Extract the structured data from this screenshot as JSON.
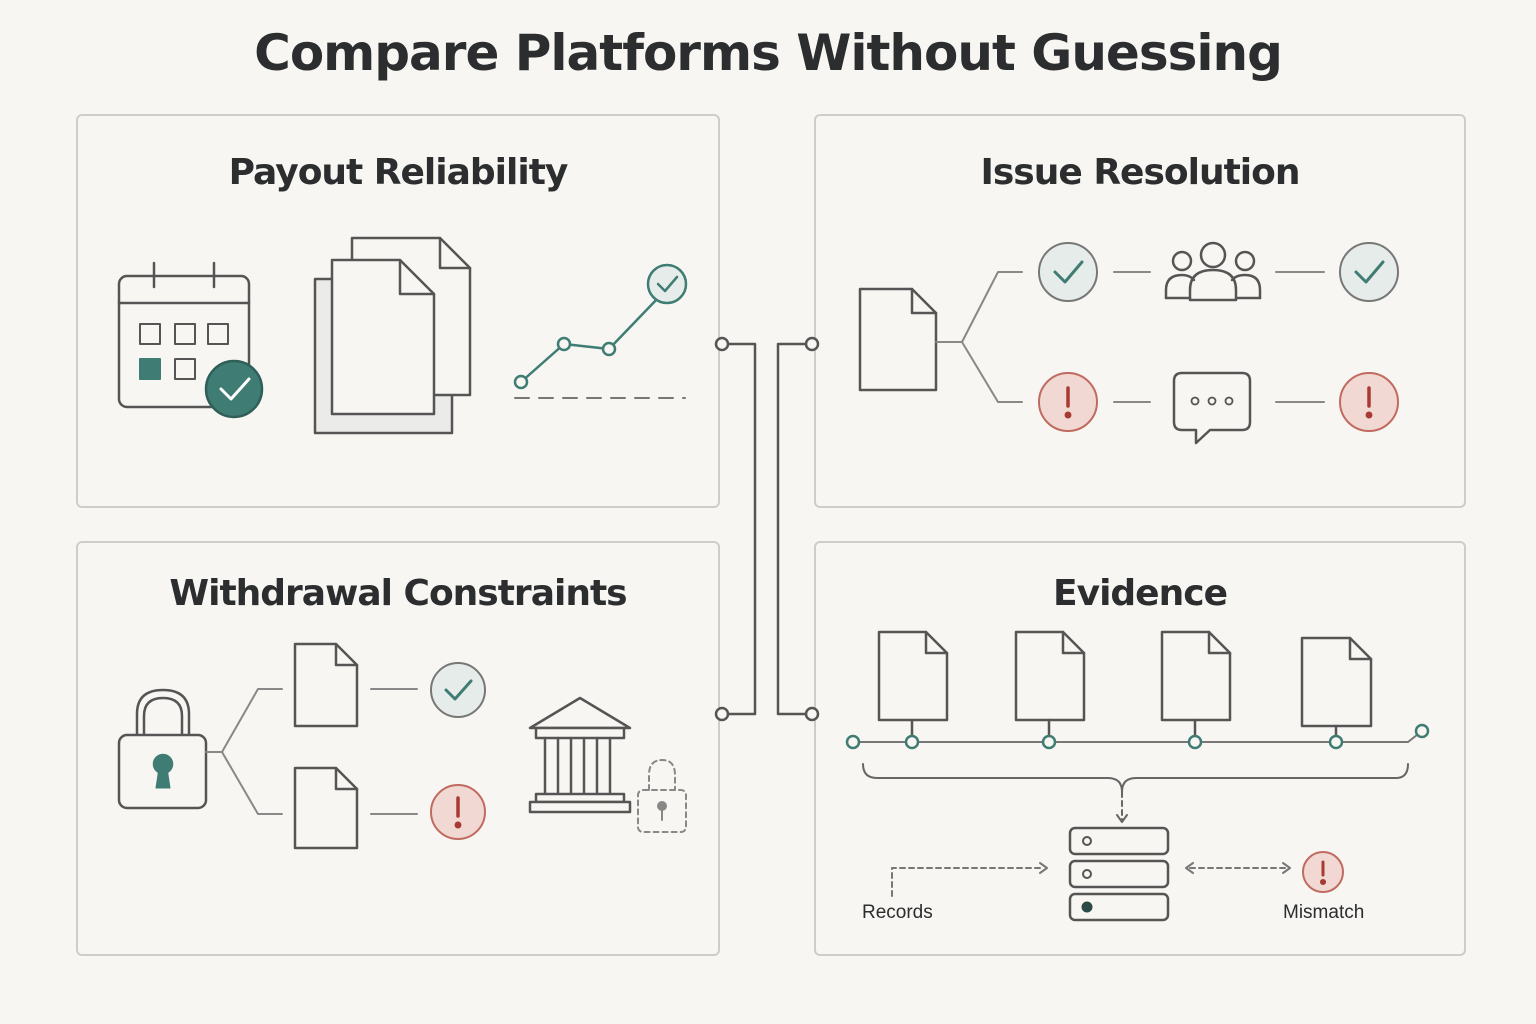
{
  "title": "Compare Platforms Without Guessing",
  "panels": {
    "payout": {
      "title": "Payout Reliability"
    },
    "issue": {
      "title": "Issue Resolution"
    },
    "withdrawal": {
      "title": "Withdrawal Constraints"
    },
    "evidence": {
      "title": "Evidence",
      "records_label": "Records",
      "mismatch_label": "Mismatch"
    }
  },
  "colors": {
    "teal": "#3f7c73",
    "teal_light": "#e6ece9",
    "red": "#a73a32",
    "red_light": "#f2d8d2",
    "stroke": "#555555",
    "border": "#cfcdc9",
    "background": "#f8f6f2"
  },
  "icons": [
    "calendar-check-icon",
    "document-stack-icon",
    "trend-line-check-icon",
    "document-icon",
    "check-circle-icon",
    "people-group-icon",
    "warning-circle-icon",
    "chat-bubble-icon",
    "padlock-icon",
    "bank-building-icon",
    "dashed-lock-icon",
    "database-server-icon"
  ]
}
